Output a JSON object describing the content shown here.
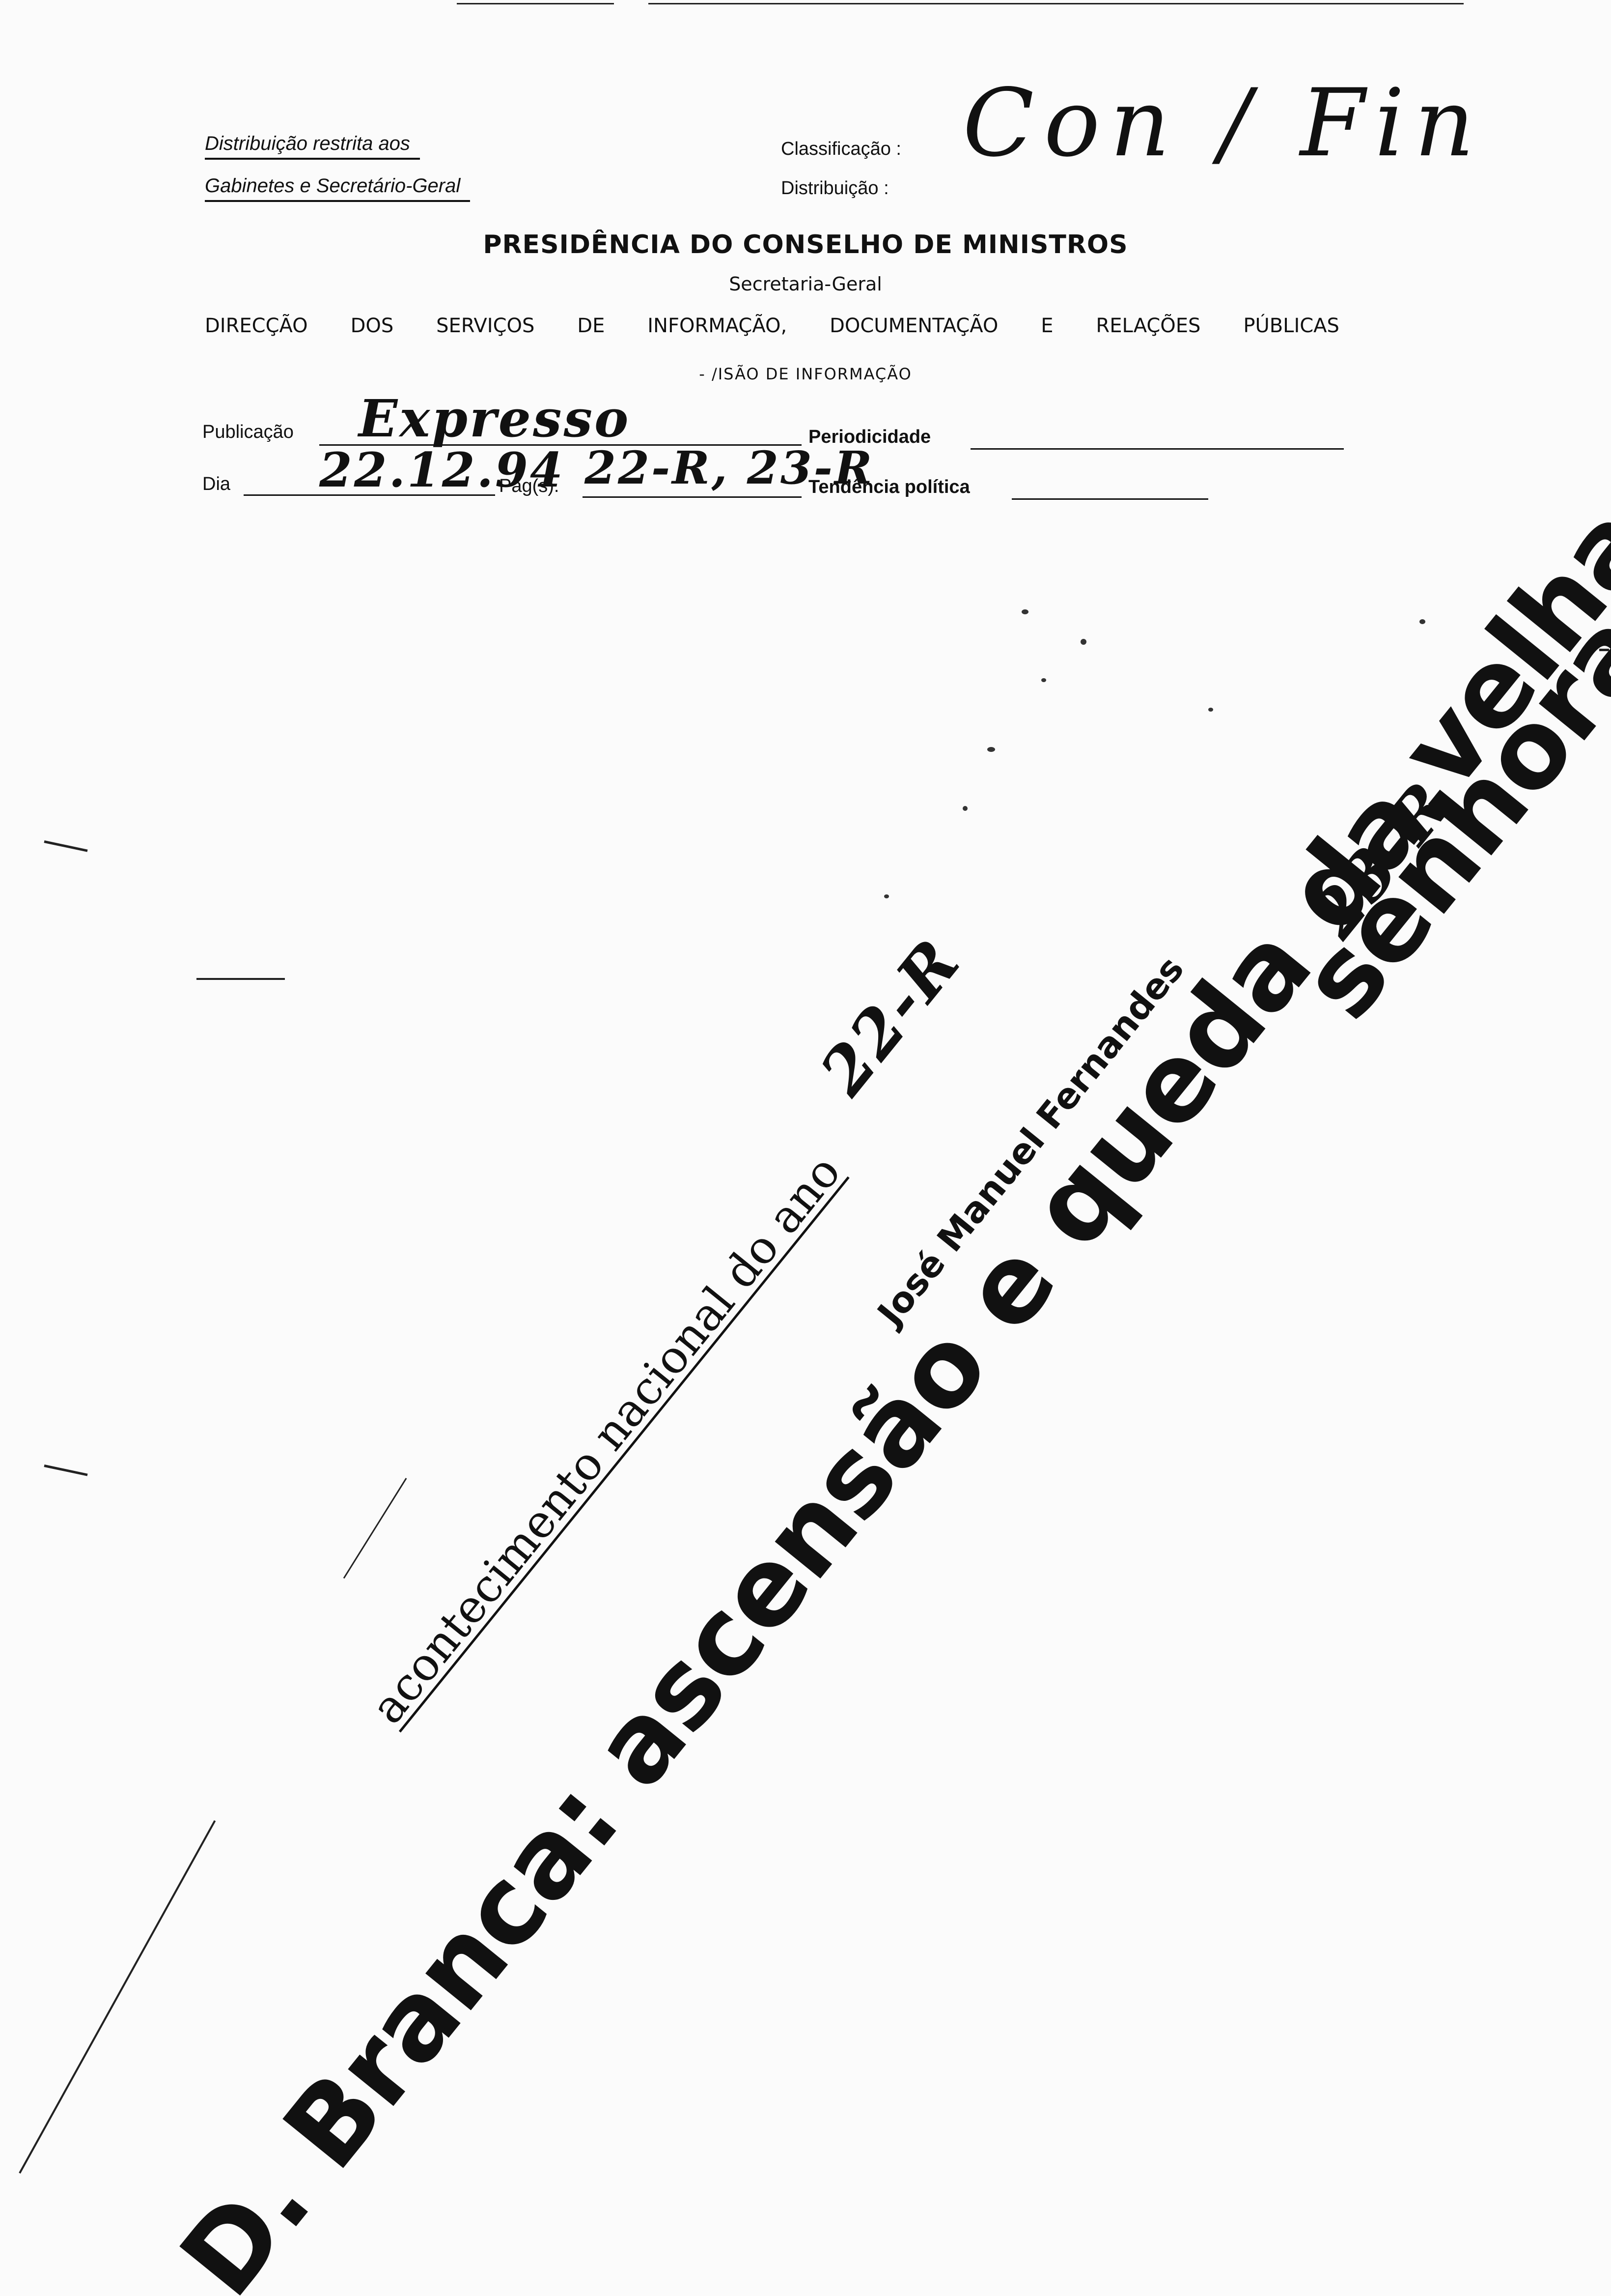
{
  "header": {
    "restricted_line1": "Distribuição restrita aos",
    "restricted_line2": "Gabinetes e Secretário-Geral",
    "classificacao_label": "Classificação :",
    "distribuicao_label": "Distribuição :",
    "classificacao_value": "Con / Fin"
  },
  "org": {
    "title": "PRESIDÊNCIA DO CONSELHO DE MINISTROS",
    "subtitle": "Secretaria-Geral",
    "department_words": [
      "DIRECÇÃO",
      "DOS",
      "SERVIÇOS",
      "DE",
      "INFORMAÇÃO,",
      "DOCUMENTAÇÃO",
      "E",
      "RELAÇÕES",
      "PÚBLICAS"
    ],
    "division": "- /ISÃO DE INFORMAÇÃO"
  },
  "form": {
    "publicacao_label": "Publicação",
    "publicacao_value": "Expresso",
    "periodicidade_label": "Periodicidade",
    "dia_label": "Dia",
    "dia_value": "22.12.94",
    "pags_label": "Pág(s).",
    "pags_value": "22-R, 23-R",
    "tendencia_label": "Tendência política"
  },
  "article": {
    "kicker": "acontecimento nacional do ano",
    "headline_line1": "D. Branca: ascensão e queda da velha",
    "headline_line2": "senhora",
    "byline": "José Manuel Fernandes",
    "annotation_1": "22-R",
    "annotation_2": "23-R"
  }
}
